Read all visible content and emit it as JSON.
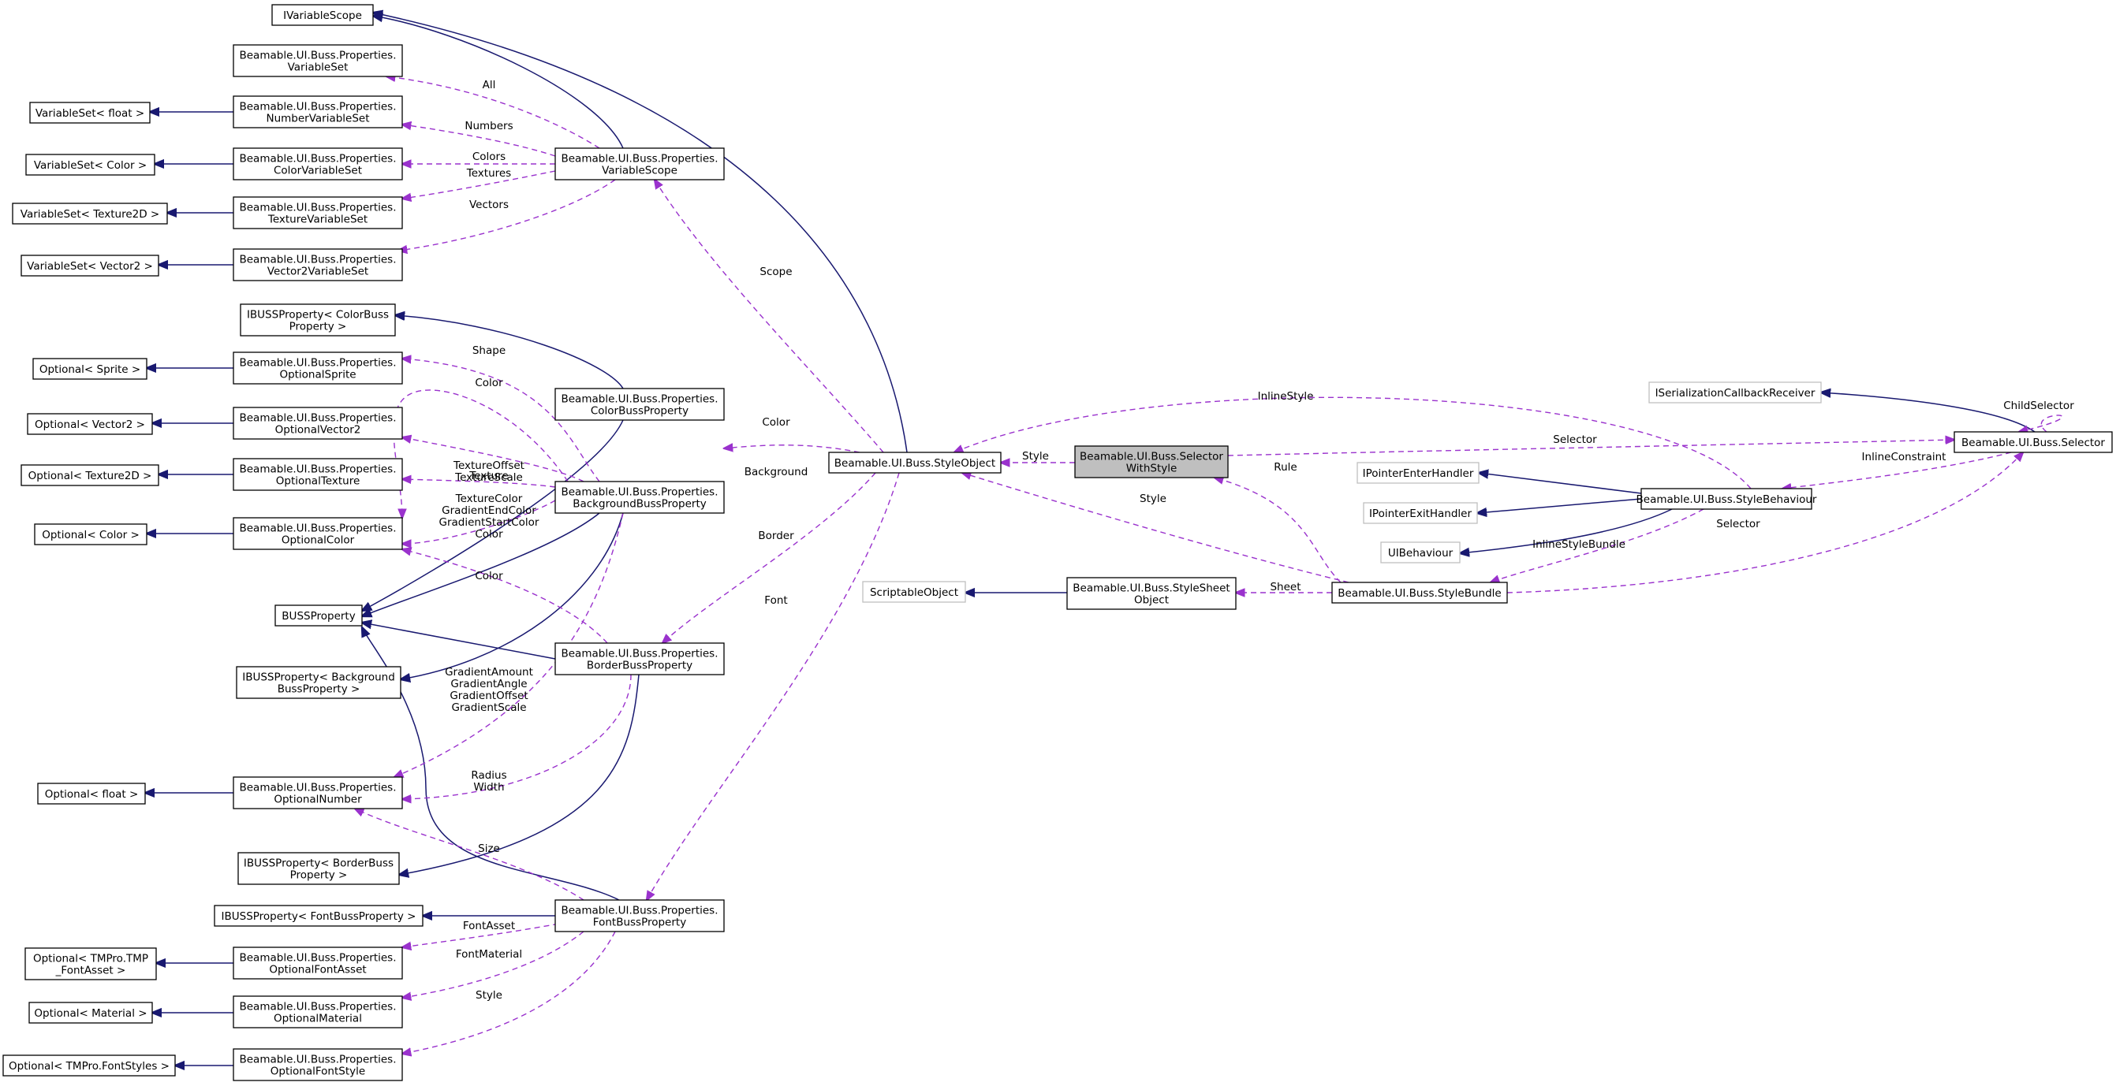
{
  "colors": {
    "inheritance_edge": "#191970",
    "usage_edge": "#9a32cd",
    "focus_fill": "#bfbfbf",
    "external_border": "#bfbfbf"
  },
  "nodes": {
    "ivariablescope": [
      "IVariableScope"
    ],
    "variableset": [
      "Beamable.UI.Buss.Properties.",
      "VariableSet"
    ],
    "vs_float": [
      "VariableSet< float >"
    ],
    "numbervariableset": [
      "Beamable.UI.Buss.Properties.",
      "NumberVariableSet"
    ],
    "vs_color": [
      "VariableSet< Color >"
    ],
    "colorvariableset": [
      "Beamable.UI.Buss.Properties.",
      "ColorVariableSet"
    ],
    "vs_texture2d": [
      "VariableSet< Texture2D >"
    ],
    "texturevariableset": [
      "Beamable.UI.Buss.Properties.",
      "TextureVariableSet"
    ],
    "vs_vector2": [
      "VariableSet< Vector2 >"
    ],
    "vector2variableset": [
      "Beamable.UI.Buss.Properties.",
      "Vector2VariableSet"
    ],
    "variablescope": [
      "Beamable.UI.Buss.Properties.",
      "VariableScope"
    ],
    "ibuss_colorbuss": [
      "IBUSSProperty< ColorBuss",
      "Property >"
    ],
    "opt_sprite": [
      "Optional< Sprite >"
    ],
    "optionalsprite": [
      "Beamable.UI.Buss.Properties.",
      "OptionalSprite"
    ],
    "opt_vector2": [
      "Optional< Vector2 >"
    ],
    "optionalvector2": [
      "Beamable.UI.Buss.Properties.",
      "OptionalVector2"
    ],
    "opt_texture2d": [
      "Optional< Texture2D >"
    ],
    "optionaltexture": [
      "Beamable.UI.Buss.Properties.",
      "OptionalTexture"
    ],
    "opt_color": [
      "Optional< Color >"
    ],
    "optionalcolor": [
      "Beamable.UI.Buss.Properties.",
      "OptionalColor"
    ],
    "colorbussproperty": [
      "Beamable.UI.Buss.Properties.",
      "ColorBussProperty"
    ],
    "backgroundbussproperty": [
      "Beamable.UI.Buss.Properties.",
      "BackgroundBussProperty"
    ],
    "bussproperty": [
      "BUSSProperty"
    ],
    "ibuss_background": [
      "IBUSSProperty< Background",
      "BussProperty >"
    ],
    "borderbussproperty": [
      "Beamable.UI.Buss.Properties.",
      "BorderBussProperty"
    ],
    "opt_float": [
      "Optional< float >"
    ],
    "optionalnumber": [
      "Beamable.UI.Buss.Properties.",
      "OptionalNumber"
    ],
    "ibuss_borderbuss": [
      "IBUSSProperty< BorderBuss",
      "Property >"
    ],
    "ibuss_fontbuss": [
      "IBUSSProperty< FontBussProperty >"
    ],
    "fontbussproperty": [
      "Beamable.UI.Buss.Properties.",
      "FontBussProperty"
    ],
    "opt_tmpfont": [
      "Optional< TMPro.TMP",
      "_FontAsset >"
    ],
    "optionalfontasset": [
      "Beamable.UI.Buss.Properties.",
      "OptionalFontAsset"
    ],
    "opt_material": [
      "Optional< Material >"
    ],
    "optionalmaterial": [
      "Beamable.UI.Buss.Properties.",
      "OptionalMaterial"
    ],
    "opt_fontstyles": [
      "Optional< TMPro.FontStyles >"
    ],
    "optionalfontstyle": [
      "Beamable.UI.Buss.Properties.",
      "OptionalFontStyle"
    ],
    "styleobject": [
      "Beamable.UI.Buss.StyleObject"
    ],
    "selectorwithstyle": [
      "Beamable.UI.Buss.Selector",
      "WithStyle"
    ],
    "iserializationcallbackreceiver": [
      "ISerializationCallbackReceiver"
    ],
    "selector": [
      "Beamable.UI.Buss.Selector"
    ],
    "ipointerenterhandler": [
      "IPointerEnterHandler"
    ],
    "ipointerexithandler": [
      "IPointerExitHandler"
    ],
    "uibehaviour": [
      "UIBehaviour"
    ],
    "stylebehaviour": [
      "Beamable.UI.Buss.StyleBehaviour"
    ],
    "scriptableobject": [
      "ScriptableObject"
    ],
    "stylesheetobject": [
      "Beamable.UI.Buss.StyleSheet",
      "Object"
    ],
    "stylebundle": [
      "Beamable.UI.Buss.StyleBundle"
    ]
  },
  "edge_labels": {
    "all": [
      "All"
    ],
    "numbers": [
      "Numbers"
    ],
    "colors": [
      "Colors"
    ],
    "textures": [
      "Textures"
    ],
    "vectors": [
      "Vectors"
    ],
    "scope": [
      "Scope"
    ],
    "shape": [
      "Shape"
    ],
    "color_opt": [
      "Color"
    ],
    "texoffset": [
      "TextureOffset",
      "TextureScale"
    ],
    "texture": [
      "Texture"
    ],
    "texcolor": [
      "TextureColor",
      "GradientEndColor",
      "GradientStartColor",
      "Color"
    ],
    "color_border": [
      "Color"
    ],
    "gradient": [
      "GradientAmount",
      "GradientAngle",
      "GradientOffset",
      "GradientScale"
    ],
    "radius": [
      "Radius",
      "Width"
    ],
    "size": [
      "Size"
    ],
    "fontasset": [
      "FontAsset"
    ],
    "fontmaterial": [
      "FontMaterial"
    ],
    "style_font": [
      "Style"
    ],
    "color_so": [
      "Color"
    ],
    "background": [
      "Background"
    ],
    "border": [
      "Border"
    ],
    "font": [
      "Font"
    ],
    "style_sws": [
      "Style"
    ],
    "inlinestyle": [
      "InlineStyle"
    ],
    "selector_sws": [
      "Selector"
    ],
    "childselector": [
      "ChildSelector"
    ],
    "inlineconstraint": [
      "InlineConstraint"
    ],
    "rule": [
      "Rule"
    ],
    "style_bundle": [
      "Style"
    ],
    "inlinestylebundle": [
      "InlineStyleBundle"
    ],
    "selector_bundle": [
      "Selector"
    ],
    "sheet": [
      "Sheet"
    ]
  }
}
